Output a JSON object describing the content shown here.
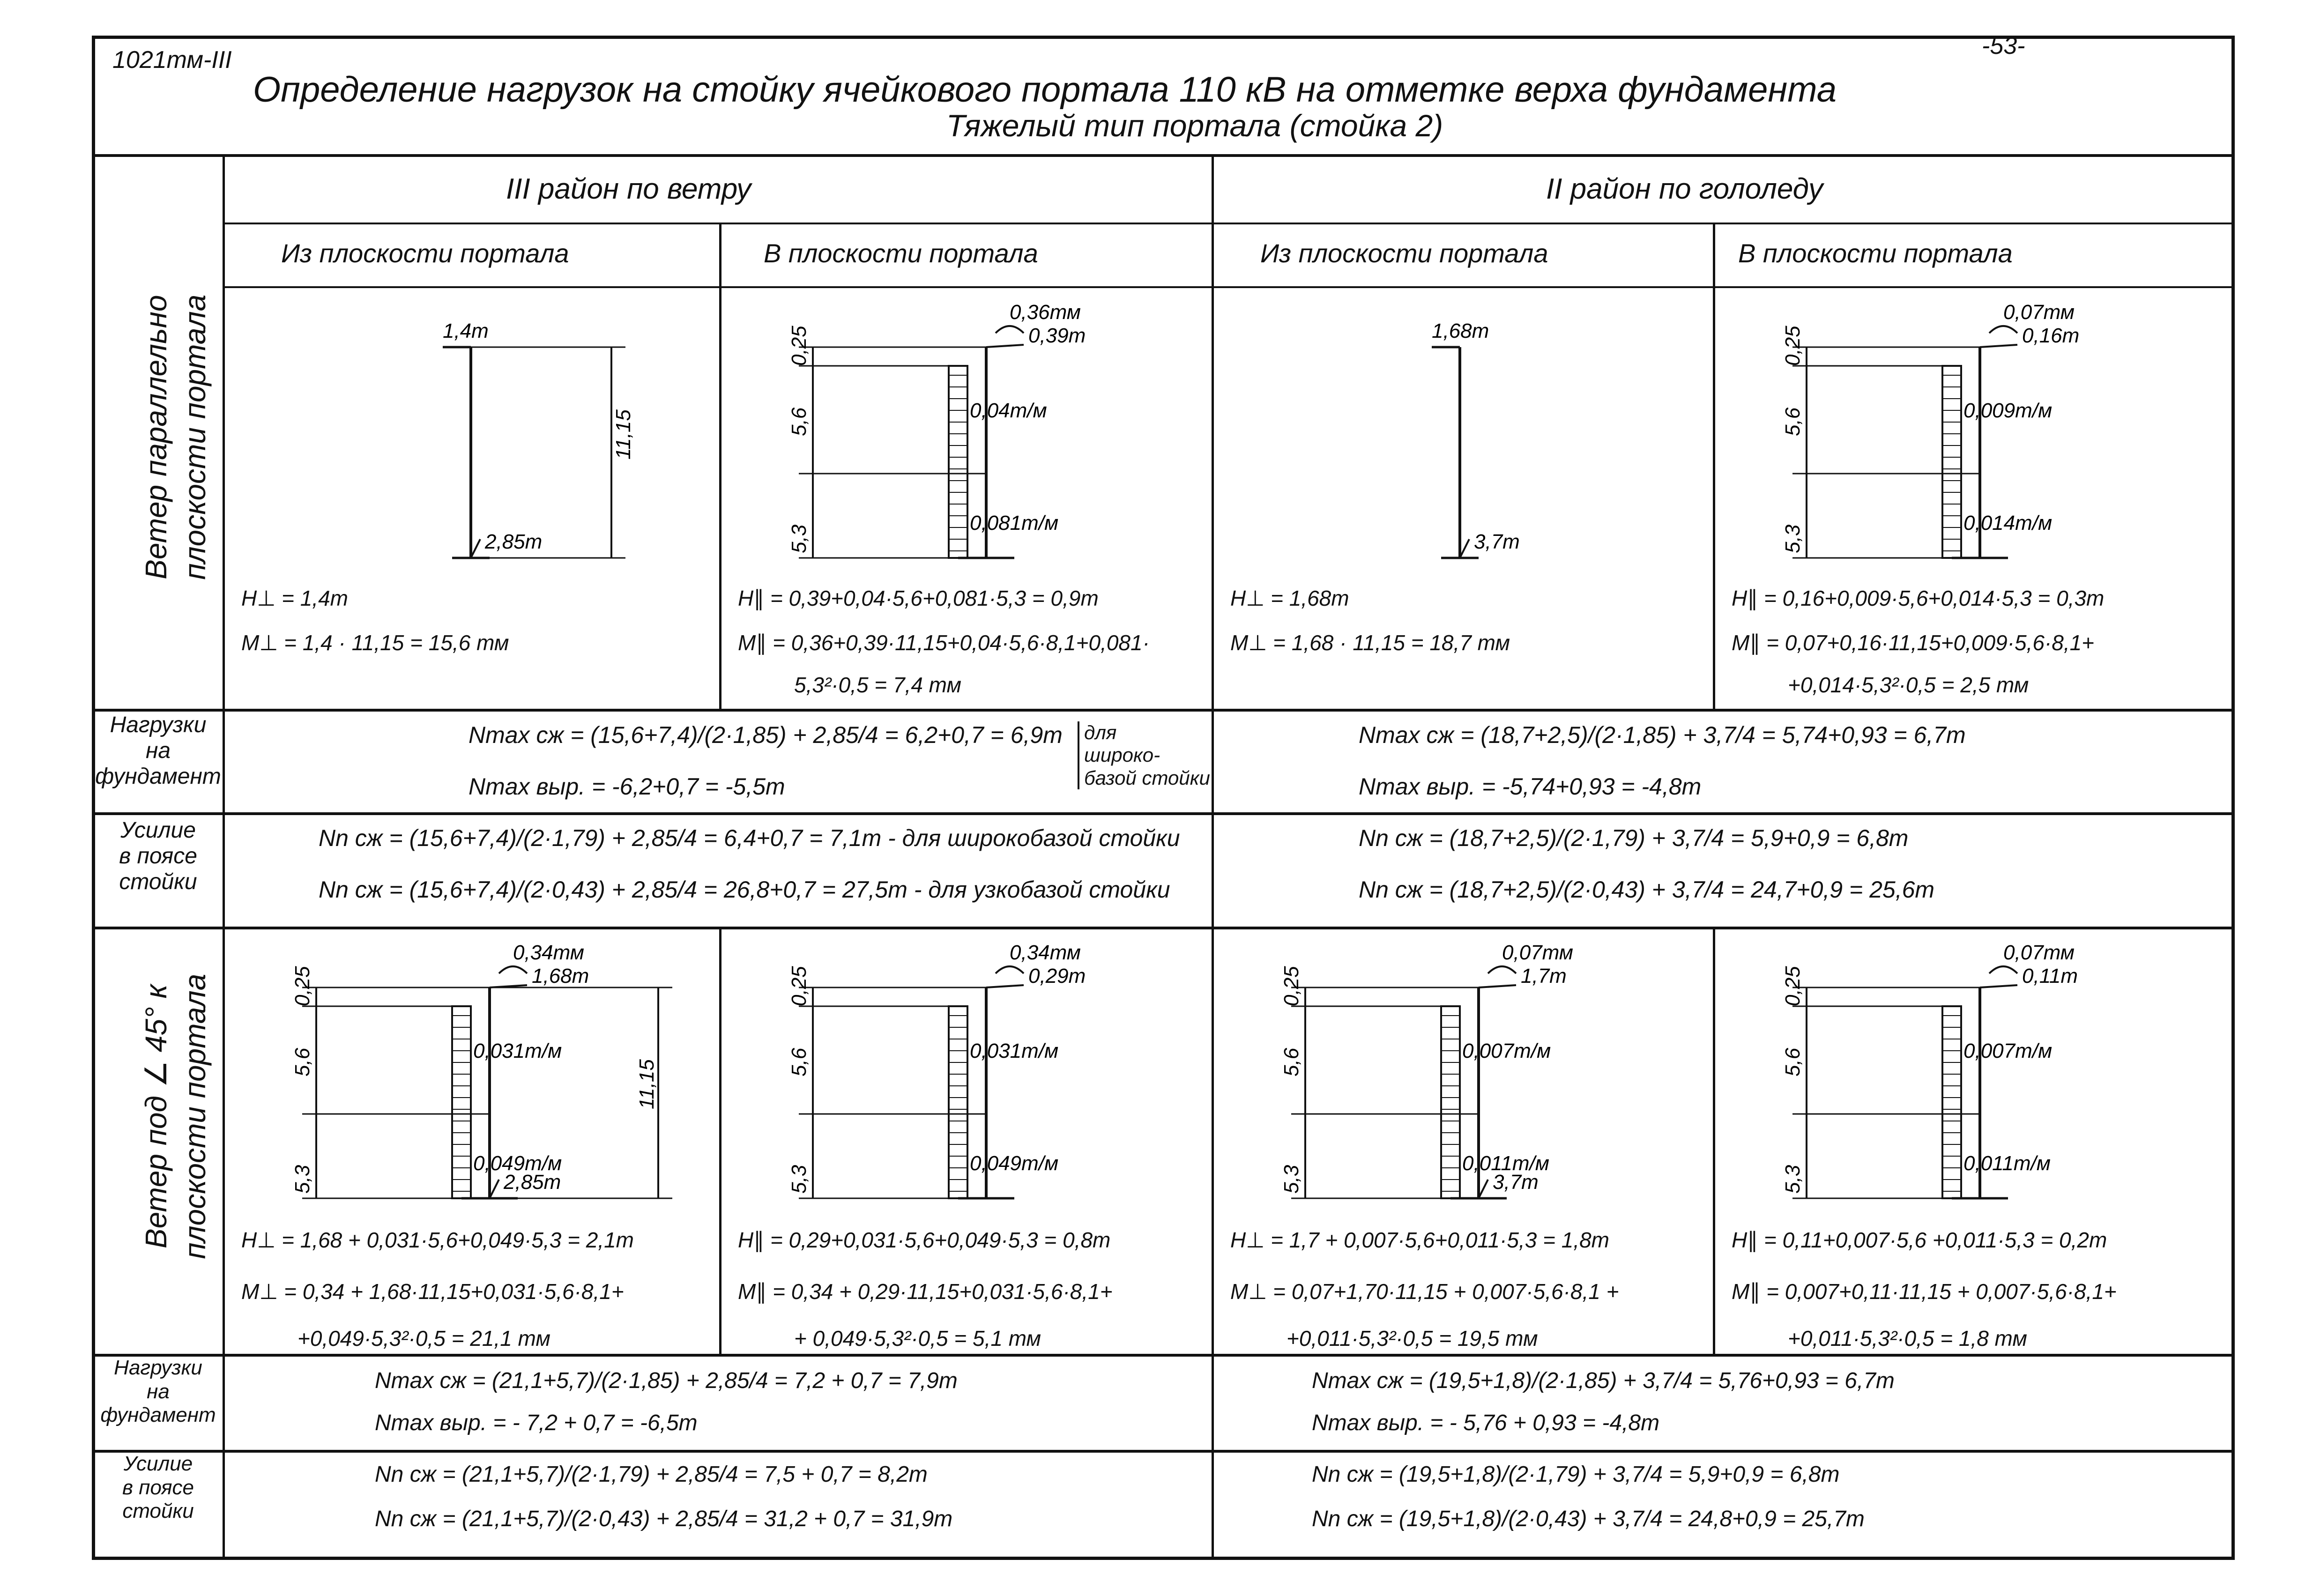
{
  "header": {
    "code": "1021тм-III",
    "page": "-53-",
    "title": "Определение нагрузок  на  стойку  ячейкового  портала  110 кВ на отметке  верха  фундамента",
    "subtitle": "Тяжелый  тип портала  (стойка 2)"
  },
  "districts": [
    "III район по ветру",
    "II район по гололеду"
  ],
  "columns": [
    "Из  плоскости  портала",
    "В  плоскости  портала",
    "Из  плоскости  портала",
    "В  плоскости  портала"
  ],
  "row_labels": {
    "wind_parallel": [
      "Ветер параллельно",
      "плоскости портала"
    ],
    "foundation_1": [
      "Нагрузки",
      "на",
      "фундамент"
    ],
    "post_force_1": [
      "Усилие",
      "в поясе",
      "стойки"
    ],
    "wind_45": [
      "Ветер под ∠ 45° к",
      "плоскости портала"
    ],
    "foundation_2": [
      "Нагрузки",
      "на",
      "фундамент"
    ],
    "post_force_2": [
      "Усилие",
      "в поясе",
      "стойки"
    ]
  },
  "panels_row1": [
    {
      "type": "simple",
      "labels": {
        "top": "1,4т",
        "height": "11,15",
        "base": "2,85т"
      },
      "formulas": [
        "H⊥ = 1,4т",
        "M⊥ = 1,4 · 11,15 = 15,6 тм"
      ]
    },
    {
      "type": "segmented",
      "labels": {
        "d1": "0,25",
        "d2": "5,6",
        "d3": "5,3",
        "moment": "0,36тм",
        "top": "0,39т",
        "q1": "0,04т/м",
        "q2": "0,081т/м"
      },
      "formulas": [
        "H∥ = 0,39+0,04·5,6+0,081·5,3 = 0,9т",
        "M∥ = 0,36+0,39·11,15+0,04·5,6·8,1+0,081·",
        "5,3²·0,5 = 7,4 тм"
      ]
    },
    {
      "type": "simple",
      "labels": {
        "top": "1,68т",
        "base": "3,7т"
      },
      "formulas": [
        "H⊥ = 1,68т",
        "M⊥ = 1,68 · 11,15 = 18,7 тм"
      ]
    },
    {
      "type": "segmented",
      "labels": {
        "d1": "0,25",
        "d2": "5,6",
        "d3": "5,3",
        "moment": "0,07тм",
        "top": "0,16т",
        "q1": "0,009т/м",
        "q2": "0,014т/м"
      },
      "formulas": [
        "H∥ = 0,16+0,009·5,6+0,014·5,3 = 0,3т",
        "M∥ = 0,07+0,16·11,15+0,009·5,6·8,1+",
        "+0,014·5,3²·0,5 = 2,5 тм"
      ]
    }
  ],
  "foundation_1": {
    "left": [
      "Nmax сж = (15,6+7,4)/(2·1,85) + 2,85/4 = 6,2+0,7 = 6,9т",
      "Nmax выр. = -6,2+0,7 = -5,5т"
    ],
    "left_note": [
      "для",
      "широко-",
      "базой стойки"
    ],
    "right": [
      "Nmax сж = (18,7+2,5)/(2·1,85) + 3,7/4 = 5,74+0,93 = 6,7т",
      "Nmax выр. = -5,74+0,93 = -4,8т"
    ]
  },
  "post_force_1": {
    "left": [
      "Nn сж = (15,6+7,4)/(2·1,79) + 2,85/4 = 6,4+0,7 = 7,1т - для широкобазой стойки",
      "Nn сж = (15,6+7,4)/(2·0,43) + 2,85/4 = 26,8+0,7 = 27,5т - для узкобазой стойки"
    ],
    "right": [
      "Nn сж = (18,7+2,5)/(2·1,79) + 3,7/4 = 5,9+0,9 = 6,8т",
      "Nn сж = (18,7+2,5)/(2·0,43) + 3,7/4 = 24,7+0,9 = 25,6т"
    ]
  },
  "panels_row4": [
    {
      "type": "segmented",
      "labels": {
        "d1": "0,25",
        "d2": "5,6",
        "d3": "5,3",
        "moment": "0,34тм",
        "top": "1,68т",
        "q1": "0,031т/м",
        "q2": "0,049т/м",
        "height": "11,15",
        "base": "2,85т"
      },
      "formulas": [
        "H⊥ = 1,68 + 0,031·5,6+0,049·5,3 = 2,1т",
        "M⊥ = 0,34 + 1,68·11,15+0,031·5,6·8,1+",
        "+0,049·5,3²·0,5 = 21,1 тм"
      ]
    },
    {
      "type": "segmented",
      "labels": {
        "d1": "0,25",
        "d2": "5,6",
        "d3": "5,3",
        "moment": "0,34тм",
        "top": "0,29т",
        "q1": "0,031т/м",
        "q2": "0,049т/м"
      },
      "formulas": [
        "H∥ = 0,29+0,031·5,6+0,049·5,3 = 0,8т",
        "M∥ = 0,34 + 0,29·11,15+0,031·5,6·8,1+",
        "+ 0,049·5,3²·0,5 = 5,1 тм"
      ]
    },
    {
      "type": "segmented",
      "labels": {
        "d1": "0,25",
        "d2": "5,6",
        "d3": "5,3",
        "moment": "0,07тм",
        "top": "1,7т",
        "q1": "0,007т/м",
        "q2": "0,011т/м",
        "base": "3,7т"
      },
      "formulas": [
        "H⊥ = 1,7 + 0,007·5,6+0,011·5,3 = 1,8т",
        "M⊥ = 0,07+1,70·11,15 + 0,007·5,6·8,1 +",
        "+0,011·5,3²·0,5 = 19,5 тм"
      ]
    },
    {
      "type": "segmented",
      "labels": {
        "d1": "0,25",
        "d2": "5,6",
        "d3": "5,3",
        "moment": "0,07тм",
        "top": "0,11т",
        "q1": "0,007т/м",
        "q2": "0,011т/м"
      },
      "formulas": [
        "H∥ = 0,11+0,007·5,6 +0,011·5,3 = 0,2т",
        "M∥ = 0,007+0,11·11,15 + 0,007·5,6·8,1+",
        "+0,011·5,3²·0,5 = 1,8 тм"
      ]
    }
  ],
  "foundation_2": {
    "left": [
      "Nmax сж = (21,1+5,7)/(2·1,85) + 2,85/4 = 7,2 + 0,7 = 7,9т",
      "Nmax выр. = - 7,2 + 0,7 = -6,5т"
    ],
    "right": [
      "Nmax сж = (19,5+1,8)/(2·1,85) + 3,7/4 = 5,76+0,93 = 6,7т",
      "Nmax выр. = - 5,76 + 0,93 = -4,8т"
    ]
  },
  "post_force_2": {
    "left": [
      "Nn сж = (21,1+5,7)/(2·1,79) + 2,85/4 = 7,5 + 0,7 = 8,2т",
      "Nn сж = (21,1+5,7)/(2·0,43) + 2,85/4 = 31,2 + 0,7 = 31,9т"
    ],
    "right": [
      "Nn сж = (19,5+1,8)/(2·1,79) + 3,7/4 = 5,9+0,9 = 6,8т",
      "Nn сж = (19,5+1,8)/(2·0,43) + 3,7/4 = 24,8+0,9 = 25,7т"
    ]
  }
}
